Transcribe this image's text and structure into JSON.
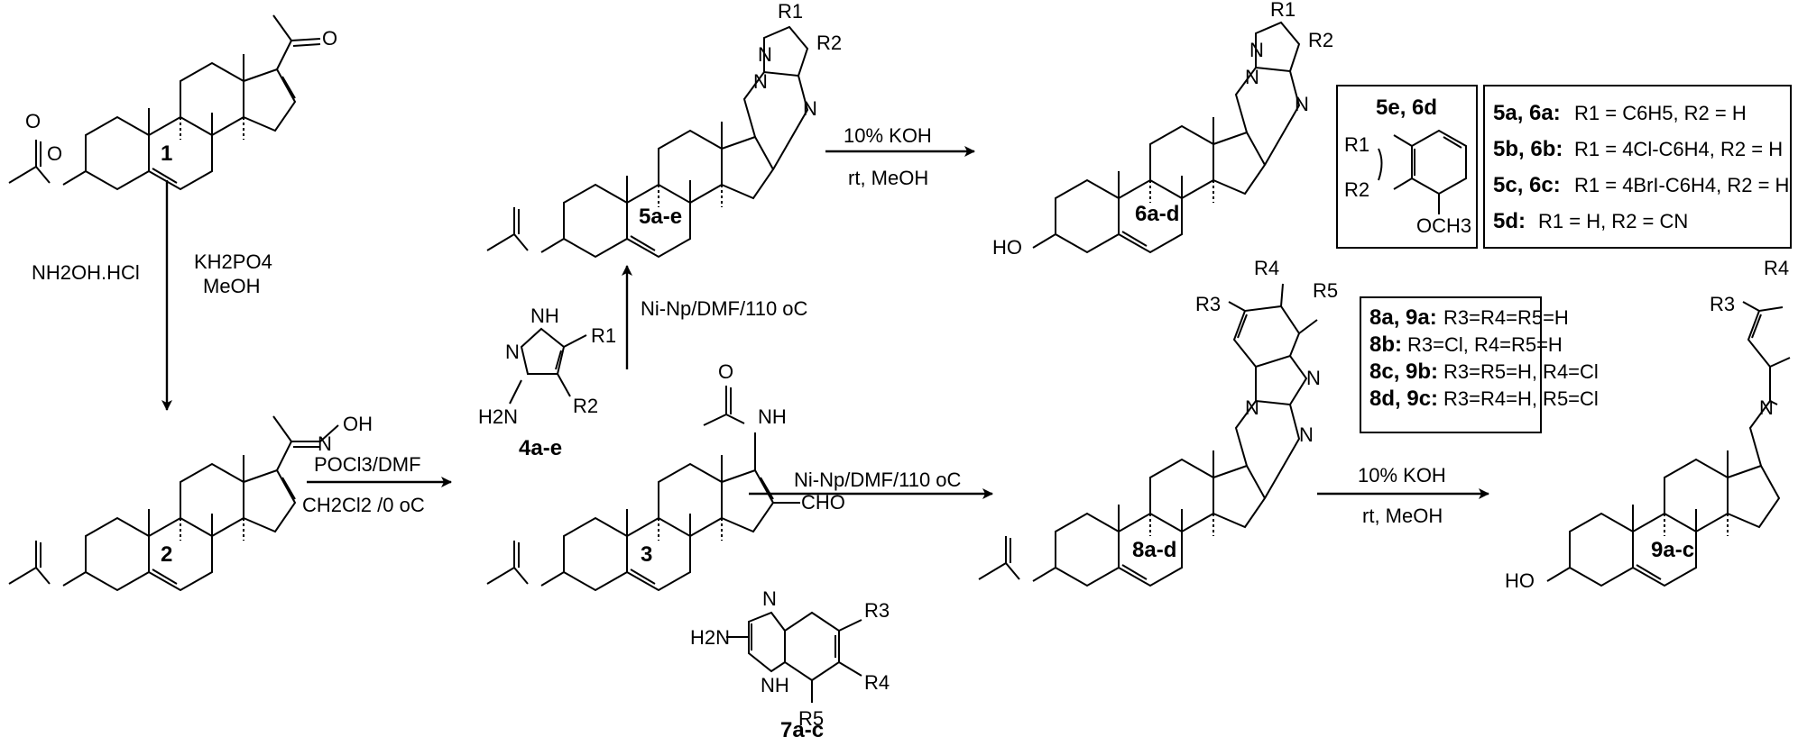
{
  "compounds": {
    "c1": "1",
    "c2": "2",
    "c3": "3",
    "c4": "4a-e",
    "c5": "5a-e",
    "c6": "6a-d",
    "c7": "7a-c",
    "c8": "8a-d",
    "c9": "9a-c"
  },
  "reagents": {
    "step1_left": "NH2OH.HCl",
    "step1_right_1": "KH2PO4",
    "step1_right_2": "MeOH",
    "step2_top": "POCl3/DMF",
    "step2_bottom": "CH2Cl2 /0 oC",
    "step3_up": "Ni-Np/DMF/110 oC",
    "step4_top": "Ni-Np/DMF/110 oC",
    "koh_top": "10% KOH",
    "koh_bottom": "rt, MeOH",
    "koh2_top": "10% KOH",
    "koh2_bottom": "rt, MeOH"
  },
  "atoms": {
    "O": "O",
    "OH": "OH",
    "HO": "HO",
    "H": "H",
    "N": "N",
    "NH": "NH",
    "NH2": "H2N",
    "CHO": "CHO",
    "OMe": "OCH3",
    "R1": "R1",
    "R2": "R2",
    "R3": "R3",
    "R4": "R4",
    "R5": "R5"
  },
  "box_5e6d": {
    "title": "5e, 6d"
  },
  "box_5": [
    {
      "id": "5a, 6a:",
      "text": "R1 = C6H5, R2 = H"
    },
    {
      "id": "5b, 6b:",
      "text": "R1 = 4Cl-C6H4, R2 = H"
    },
    {
      "id": "5c, 6c:",
      "text": "R1 = 4BrI-C6H4, R2 = H"
    },
    {
      "id": "5d:",
      "text": "R1 = H, R2 = CN"
    }
  ],
  "box_8": [
    {
      "id": "8a, 9a:",
      "text": "R3=R4=R5=H"
    },
    {
      "id": "8b:",
      "text": "R3=Cl, R4=R5=H"
    },
    {
      "id": "8c, 9b:",
      "text": "R3=R5=H, R4=Cl"
    },
    {
      "id": "8d, 9c:",
      "text": "R3=R4=H, R5=Cl"
    }
  ]
}
